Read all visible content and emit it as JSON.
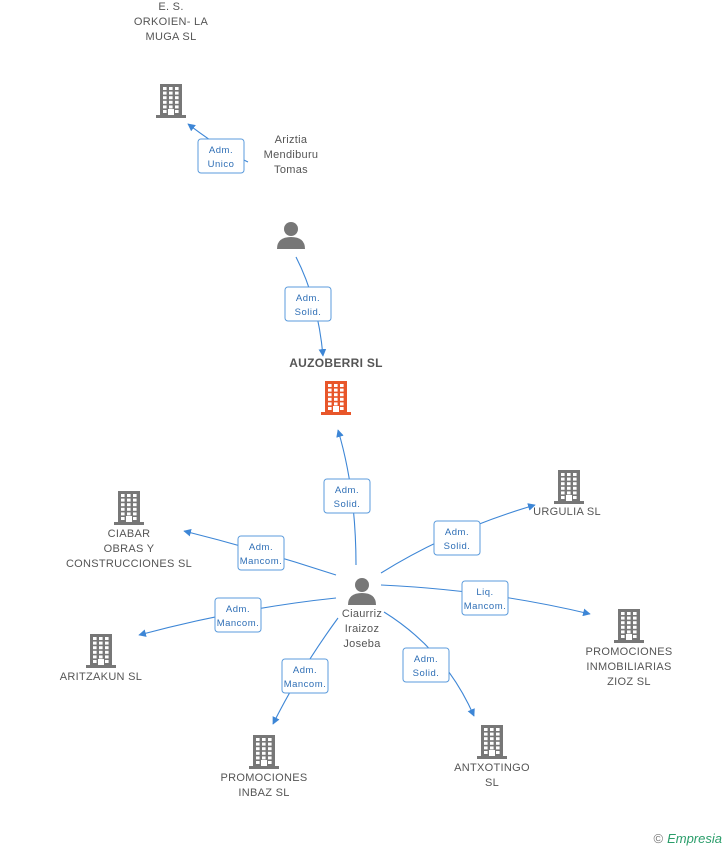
{
  "colors": {
    "company": "#777777",
    "main": "#e8562a",
    "person": "#777777",
    "edge": "#3d86d6",
    "role_text": "#2f6fb6"
  },
  "nodes": [
    {
      "id": "auzoberri",
      "type": "company-main",
      "lines": [
        "AUZOBERRI SL"
      ]
    },
    {
      "id": "es_orkoien",
      "type": "company",
      "lines": [
        "E. S.",
        "ORKOIEN- LA",
        "MUGA SL"
      ]
    },
    {
      "id": "ariztia",
      "type": "person",
      "lines": [
        "Ariztia",
        "Mendiburu",
        "Tomas"
      ]
    },
    {
      "id": "ciaurriz",
      "type": "person",
      "lines": [
        "Ciaurriz",
        "Iraizoz",
        "Joseba"
      ]
    },
    {
      "id": "urgulia",
      "type": "company",
      "lines": [
        "URGULIA SL"
      ]
    },
    {
      "id": "ciabar",
      "type": "company",
      "lines": [
        "CIABAR",
        "OBRAS Y",
        "CONSTRUCCIONES SL"
      ]
    },
    {
      "id": "promociones_zioz",
      "type": "company",
      "lines": [
        "PROMOCIONES",
        "INMOBILIARIAS",
        "ZIOZ SL"
      ]
    },
    {
      "id": "aritzakun",
      "type": "company",
      "lines": [
        "ARITZAKUN SL"
      ]
    },
    {
      "id": "antxotingo",
      "type": "company",
      "lines": [
        "ANTXOTINGO",
        "SL"
      ]
    },
    {
      "id": "promociones_inbaz",
      "type": "company",
      "lines": [
        "PROMOCIONES",
        "INBAZ SL"
      ]
    }
  ],
  "edges": [
    {
      "from": "ariztia",
      "to": "es_orkoien",
      "role": [
        "Adm.",
        "Unico"
      ]
    },
    {
      "from": "ariztia",
      "to": "auzoberri",
      "role": [
        "Adm.",
        "Solid."
      ]
    },
    {
      "from": "ciaurriz",
      "to": "auzoberri",
      "role": [
        "Adm.",
        "Solid."
      ]
    },
    {
      "from": "ciaurriz",
      "to": "urgulia",
      "role": [
        "Adm.",
        "Solid."
      ]
    },
    {
      "from": "ciaurriz",
      "to": "ciabar",
      "role": [
        "Adm.",
        "Mancom."
      ]
    },
    {
      "from": "ciaurriz",
      "to": "promociones_zioz",
      "role": [
        "Liq.",
        "Mancom."
      ]
    },
    {
      "from": "ciaurriz",
      "to": "aritzakun",
      "role": [
        "Adm.",
        "Mancom."
      ]
    },
    {
      "from": "ciaurriz",
      "to": "antxotingo",
      "role": [
        "Adm.",
        "Solid."
      ]
    },
    {
      "from": "ciaurriz",
      "to": "promociones_inbaz",
      "role": [
        "Adm.",
        "Mancom."
      ]
    }
  ],
  "footer": {
    "copyright_symbol": "©",
    "brand": "Empresia"
  }
}
